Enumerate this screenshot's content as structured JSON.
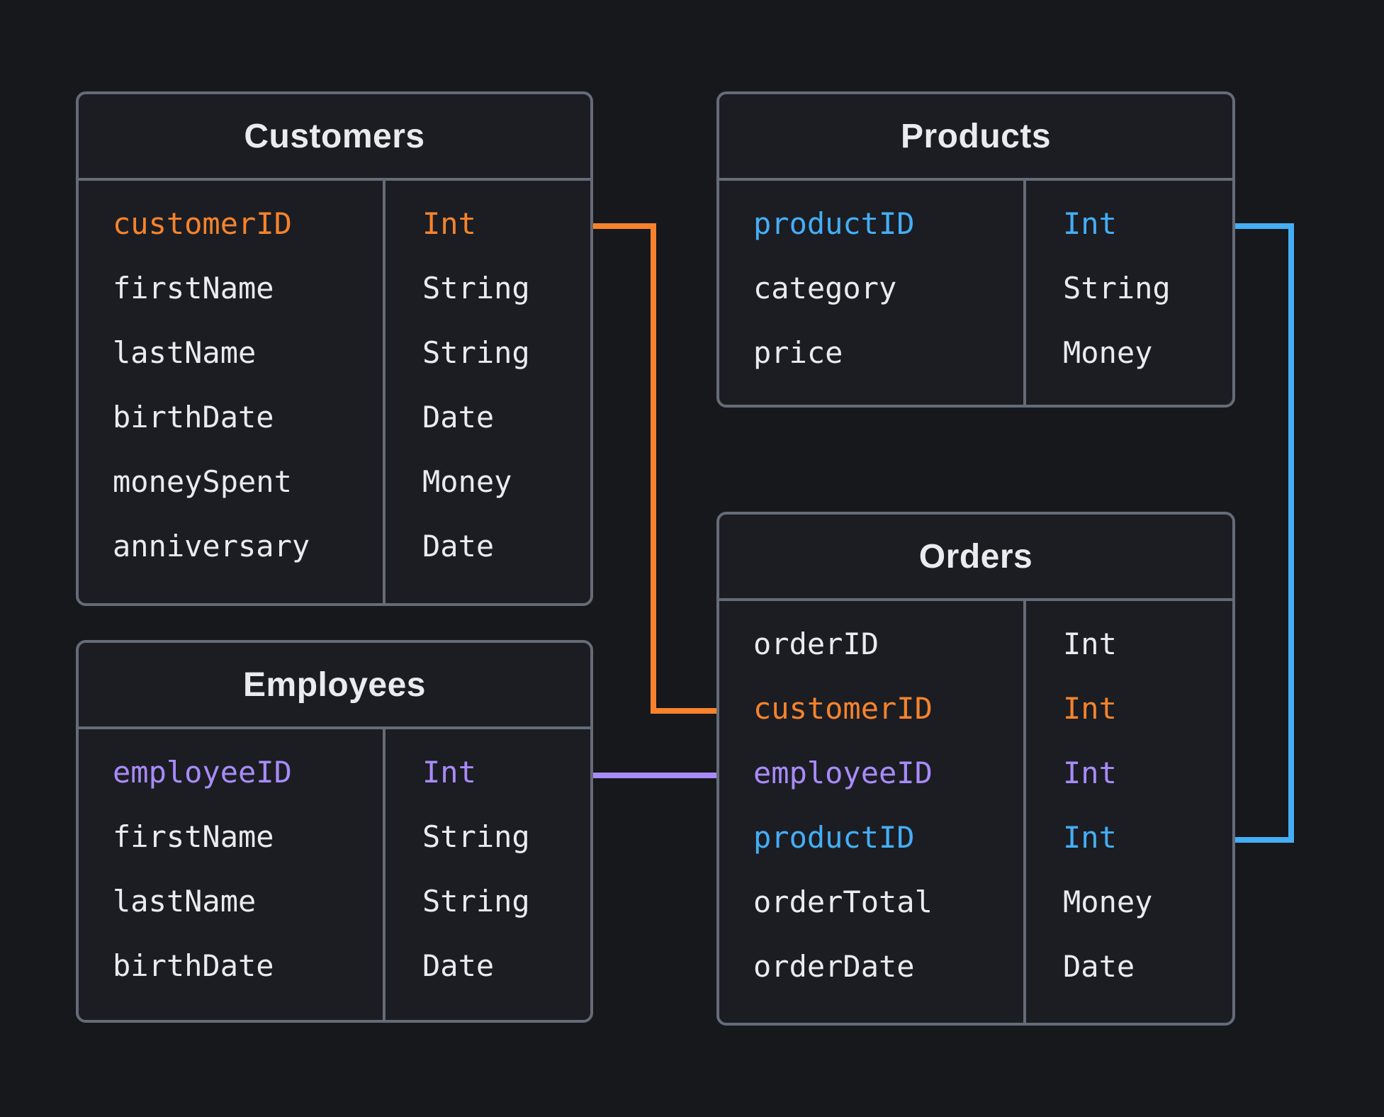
{
  "colors": {
    "pageBg": "#17181c",
    "tableBg": "#1b1d23",
    "tableBorder": "#656c78",
    "textPrimary": "#e9ebee",
    "orange": "#f6832c",
    "purple": "#a88bf8",
    "blue": "#45aef5"
  },
  "diagram": {
    "tables": [
      {
        "id": "customers",
        "title": "Customers",
        "fields": [
          {
            "name": "customerID",
            "type": "Int",
            "key_color": "orange"
          },
          {
            "name": "firstName",
            "type": "String",
            "key_color": "default"
          },
          {
            "name": "lastName",
            "type": "String",
            "key_color": "default"
          },
          {
            "name": "birthDate",
            "type": "Date",
            "key_color": "default"
          },
          {
            "name": "moneySpent",
            "type": "Money",
            "key_color": "default"
          },
          {
            "name": "anniversary",
            "type": "Date",
            "key_color": "default"
          }
        ]
      },
      {
        "id": "products",
        "title": "Products",
        "fields": [
          {
            "name": "productID",
            "type": "Int",
            "key_color": "blue"
          },
          {
            "name": "category",
            "type": "String",
            "key_color": "default"
          },
          {
            "name": "price",
            "type": "Money",
            "key_color": "default"
          }
        ]
      },
      {
        "id": "employees",
        "title": "Employees",
        "fields": [
          {
            "name": "employeeID",
            "type": "Int",
            "key_color": "purple"
          },
          {
            "name": "firstName",
            "type": "String",
            "key_color": "default"
          },
          {
            "name": "lastName",
            "type": "String",
            "key_color": "default"
          },
          {
            "name": "birthDate",
            "type": "Date",
            "key_color": "default"
          }
        ]
      },
      {
        "id": "orders",
        "title": "Orders",
        "fields": [
          {
            "name": "orderID",
            "type": "Int",
            "key_color": "default"
          },
          {
            "name": "customerID",
            "type": "Int",
            "key_color": "orange"
          },
          {
            "name": "employeeID",
            "type": "Int",
            "key_color": "purple"
          },
          {
            "name": "productID",
            "type": "Int",
            "key_color": "blue"
          },
          {
            "name": "orderTotal",
            "type": "Money",
            "key_color": "default"
          },
          {
            "name": "orderDate",
            "type": "Date",
            "key_color": "default"
          }
        ]
      }
    ],
    "relationships": [
      {
        "from": "Customers.customerID",
        "to": "Orders.customerID",
        "color": "orange"
      },
      {
        "from": "Employees.employeeID",
        "to": "Orders.employeeID",
        "color": "purple"
      },
      {
        "from": "Products.productID",
        "to": "Orders.productID",
        "color": "blue"
      }
    ]
  }
}
